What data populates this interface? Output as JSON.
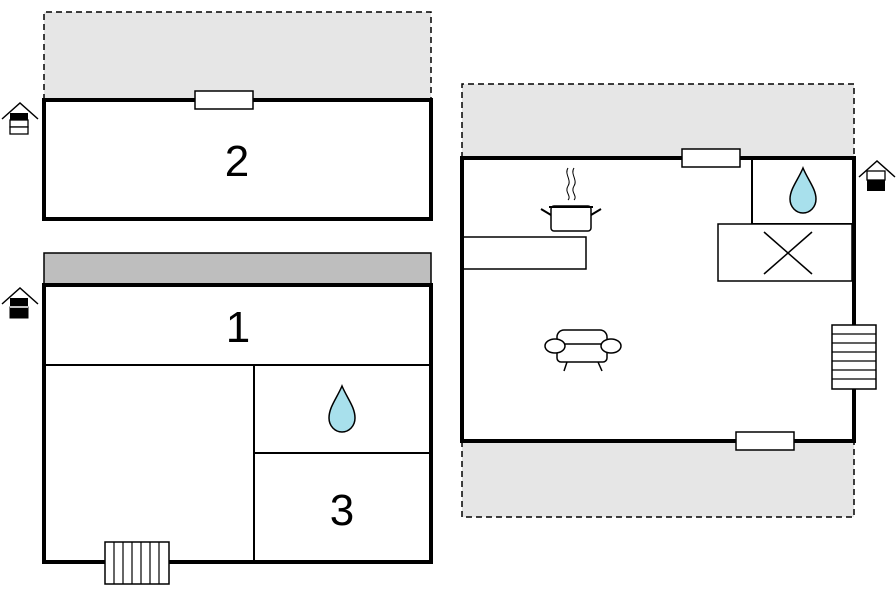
{
  "floorplan": {
    "rooms": [
      {
        "id": "upper-left",
        "label": "2"
      },
      {
        "id": "lower-left-top",
        "label": "1"
      },
      {
        "id": "lower-left-bottom-right",
        "label": "3"
      }
    ],
    "icons": [
      "floor-level-icon",
      "water-drop-icon",
      "cooking-pot-icon",
      "sofa-icon",
      "stairs-icon",
      "radiator-icon",
      "window-icon"
    ],
    "colors": {
      "wall": "#000000",
      "terrace": "#e6e6e6",
      "roof": "#bebebe",
      "water": "#a8e0ec"
    }
  }
}
